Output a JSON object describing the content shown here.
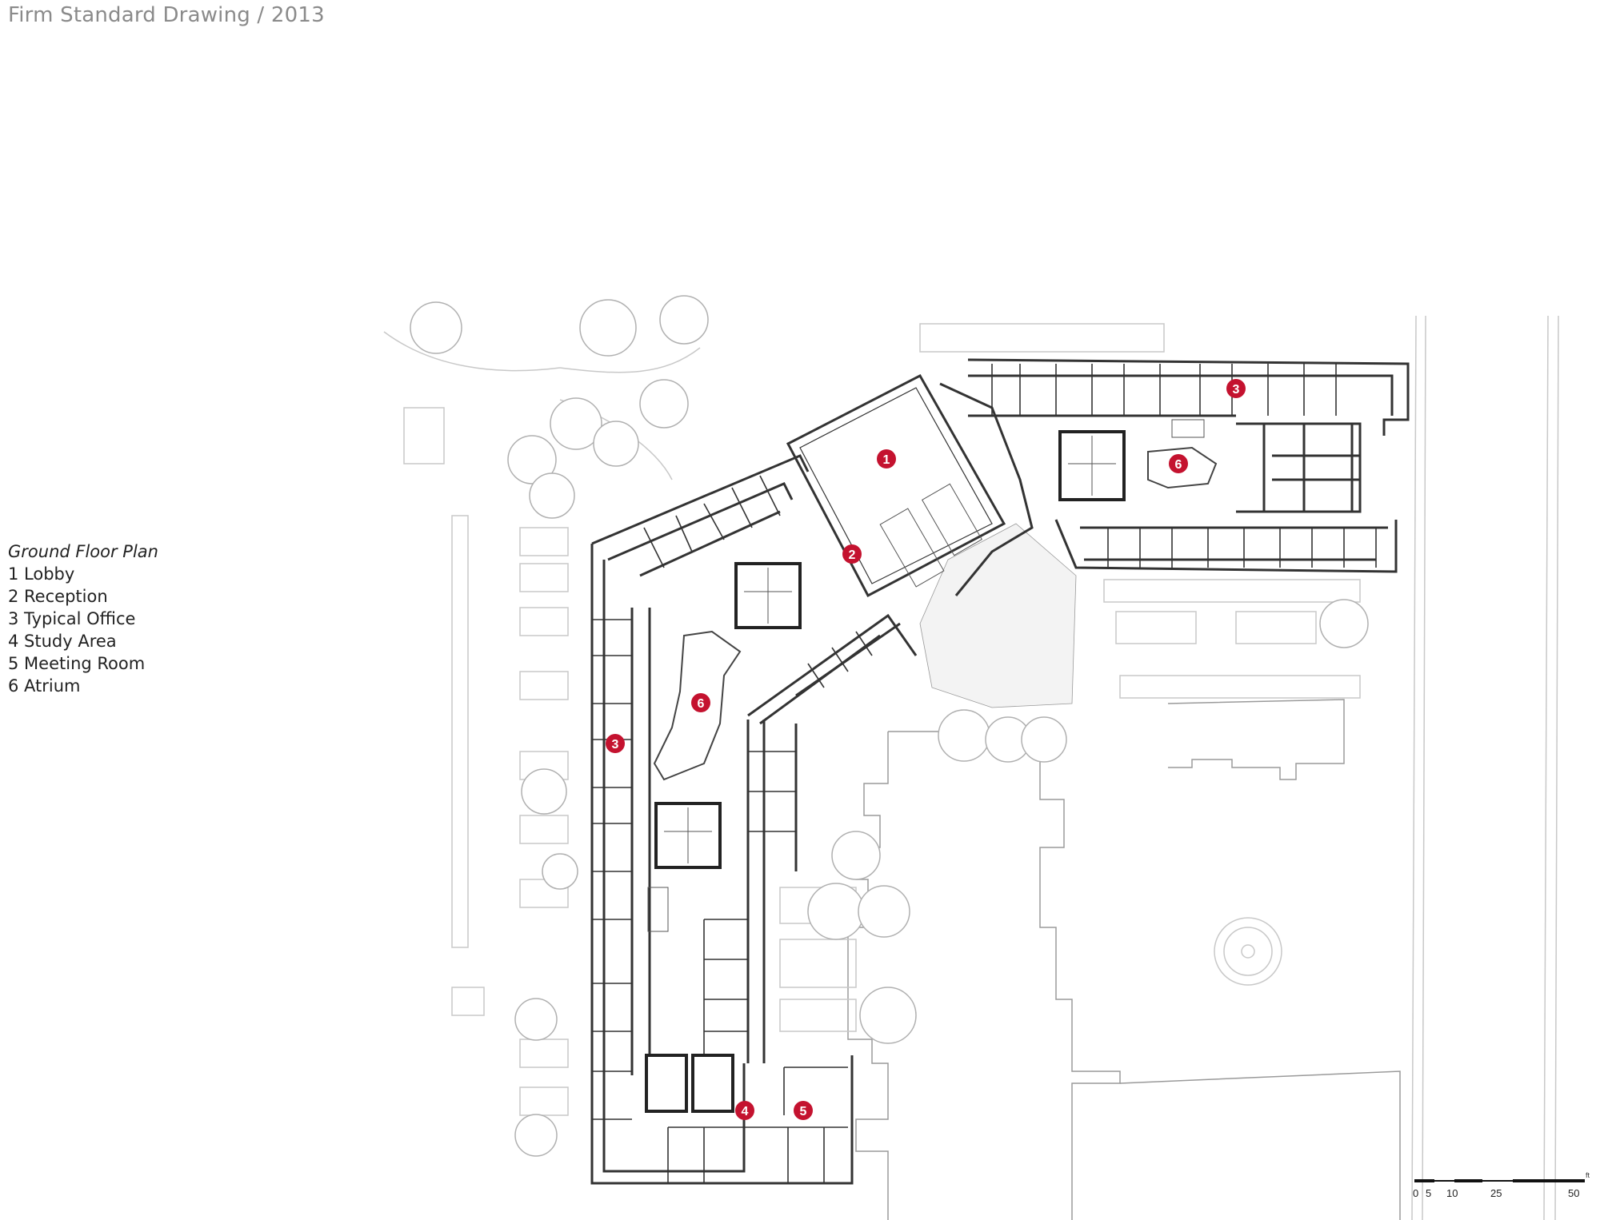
{
  "header": {
    "title": "Firm Standard Drawing / 2013"
  },
  "legend": {
    "title": "Ground Floor Plan",
    "items": [
      {
        "number": "1",
        "label": "1 Lobby"
      },
      {
        "number": "2",
        "label": "2 Reception"
      },
      {
        "number": "3",
        "label": "3 Typical Office"
      },
      {
        "number": "4",
        "label": "4 Study Area"
      },
      {
        "number": "5",
        "label": "5 Meeting Room"
      },
      {
        "number": "6",
        "label": "6 Atrium"
      }
    ]
  },
  "markers": [
    "1",
    "2",
    "3",
    "3",
    "4",
    "5",
    "6",
    "6"
  ],
  "scale_bar": {
    "unit": "ft",
    "ticks": [
      "0",
      "5",
      "10",
      "25",
      "50"
    ]
  },
  "colors": {
    "marker": "#c4122f",
    "wall": "#333333",
    "context": "#c8c8c8",
    "header_text": "#8a8a8a"
  }
}
